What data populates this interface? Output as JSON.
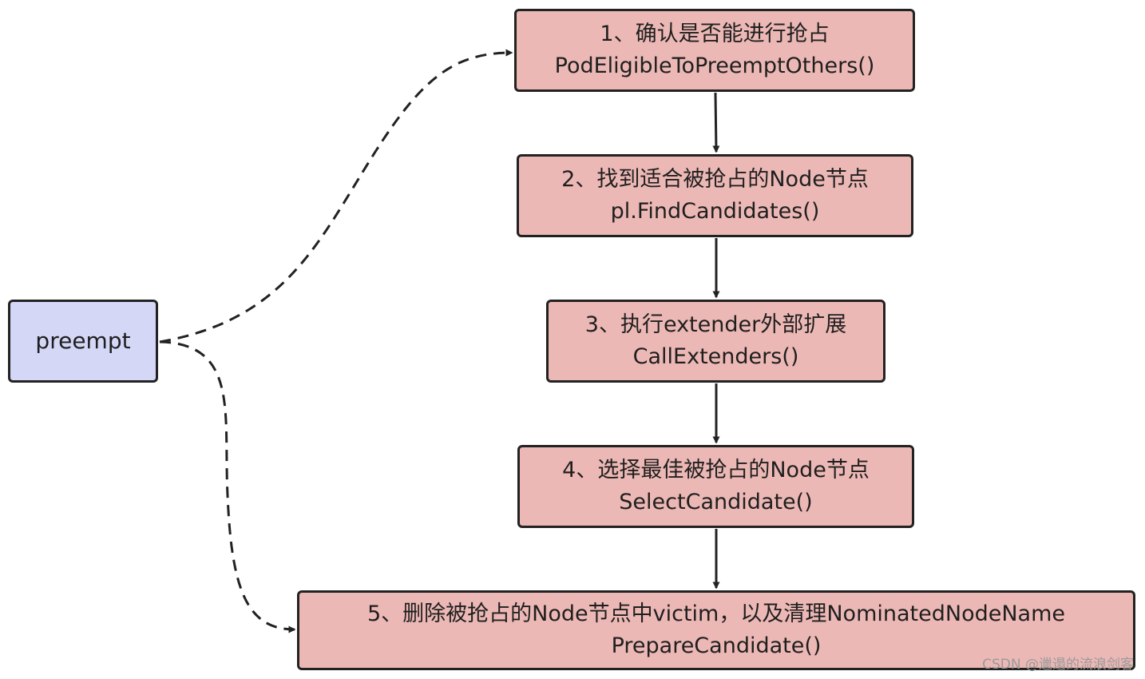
{
  "diagram": {
    "start_node": {
      "label": "preempt"
    },
    "steps": [
      {
        "title": "1、确认是否能进行抢占",
        "func": "PodEligibleToPreemptOthers()"
      },
      {
        "title": "2、找到适合被抢占的Node节点",
        "func": "pl.FindCandidates()"
      },
      {
        "title": "3、执行extender外部扩展",
        "func": "CallExtenders()"
      },
      {
        "title": "4、选择最佳被抢占的Node节点",
        "func": "SelectCandidate()"
      },
      {
        "title": "5、删除被抢占的Node节点中victim，以及清理NominatedNodeName",
        "func": "PrepareCandidate()"
      }
    ],
    "colors": {
      "step_fill": "#ecb8b5",
      "start_fill": "#d4d7f6",
      "border": "#222222"
    }
  },
  "watermark": "CSDN @邋遢的流浪剑客"
}
